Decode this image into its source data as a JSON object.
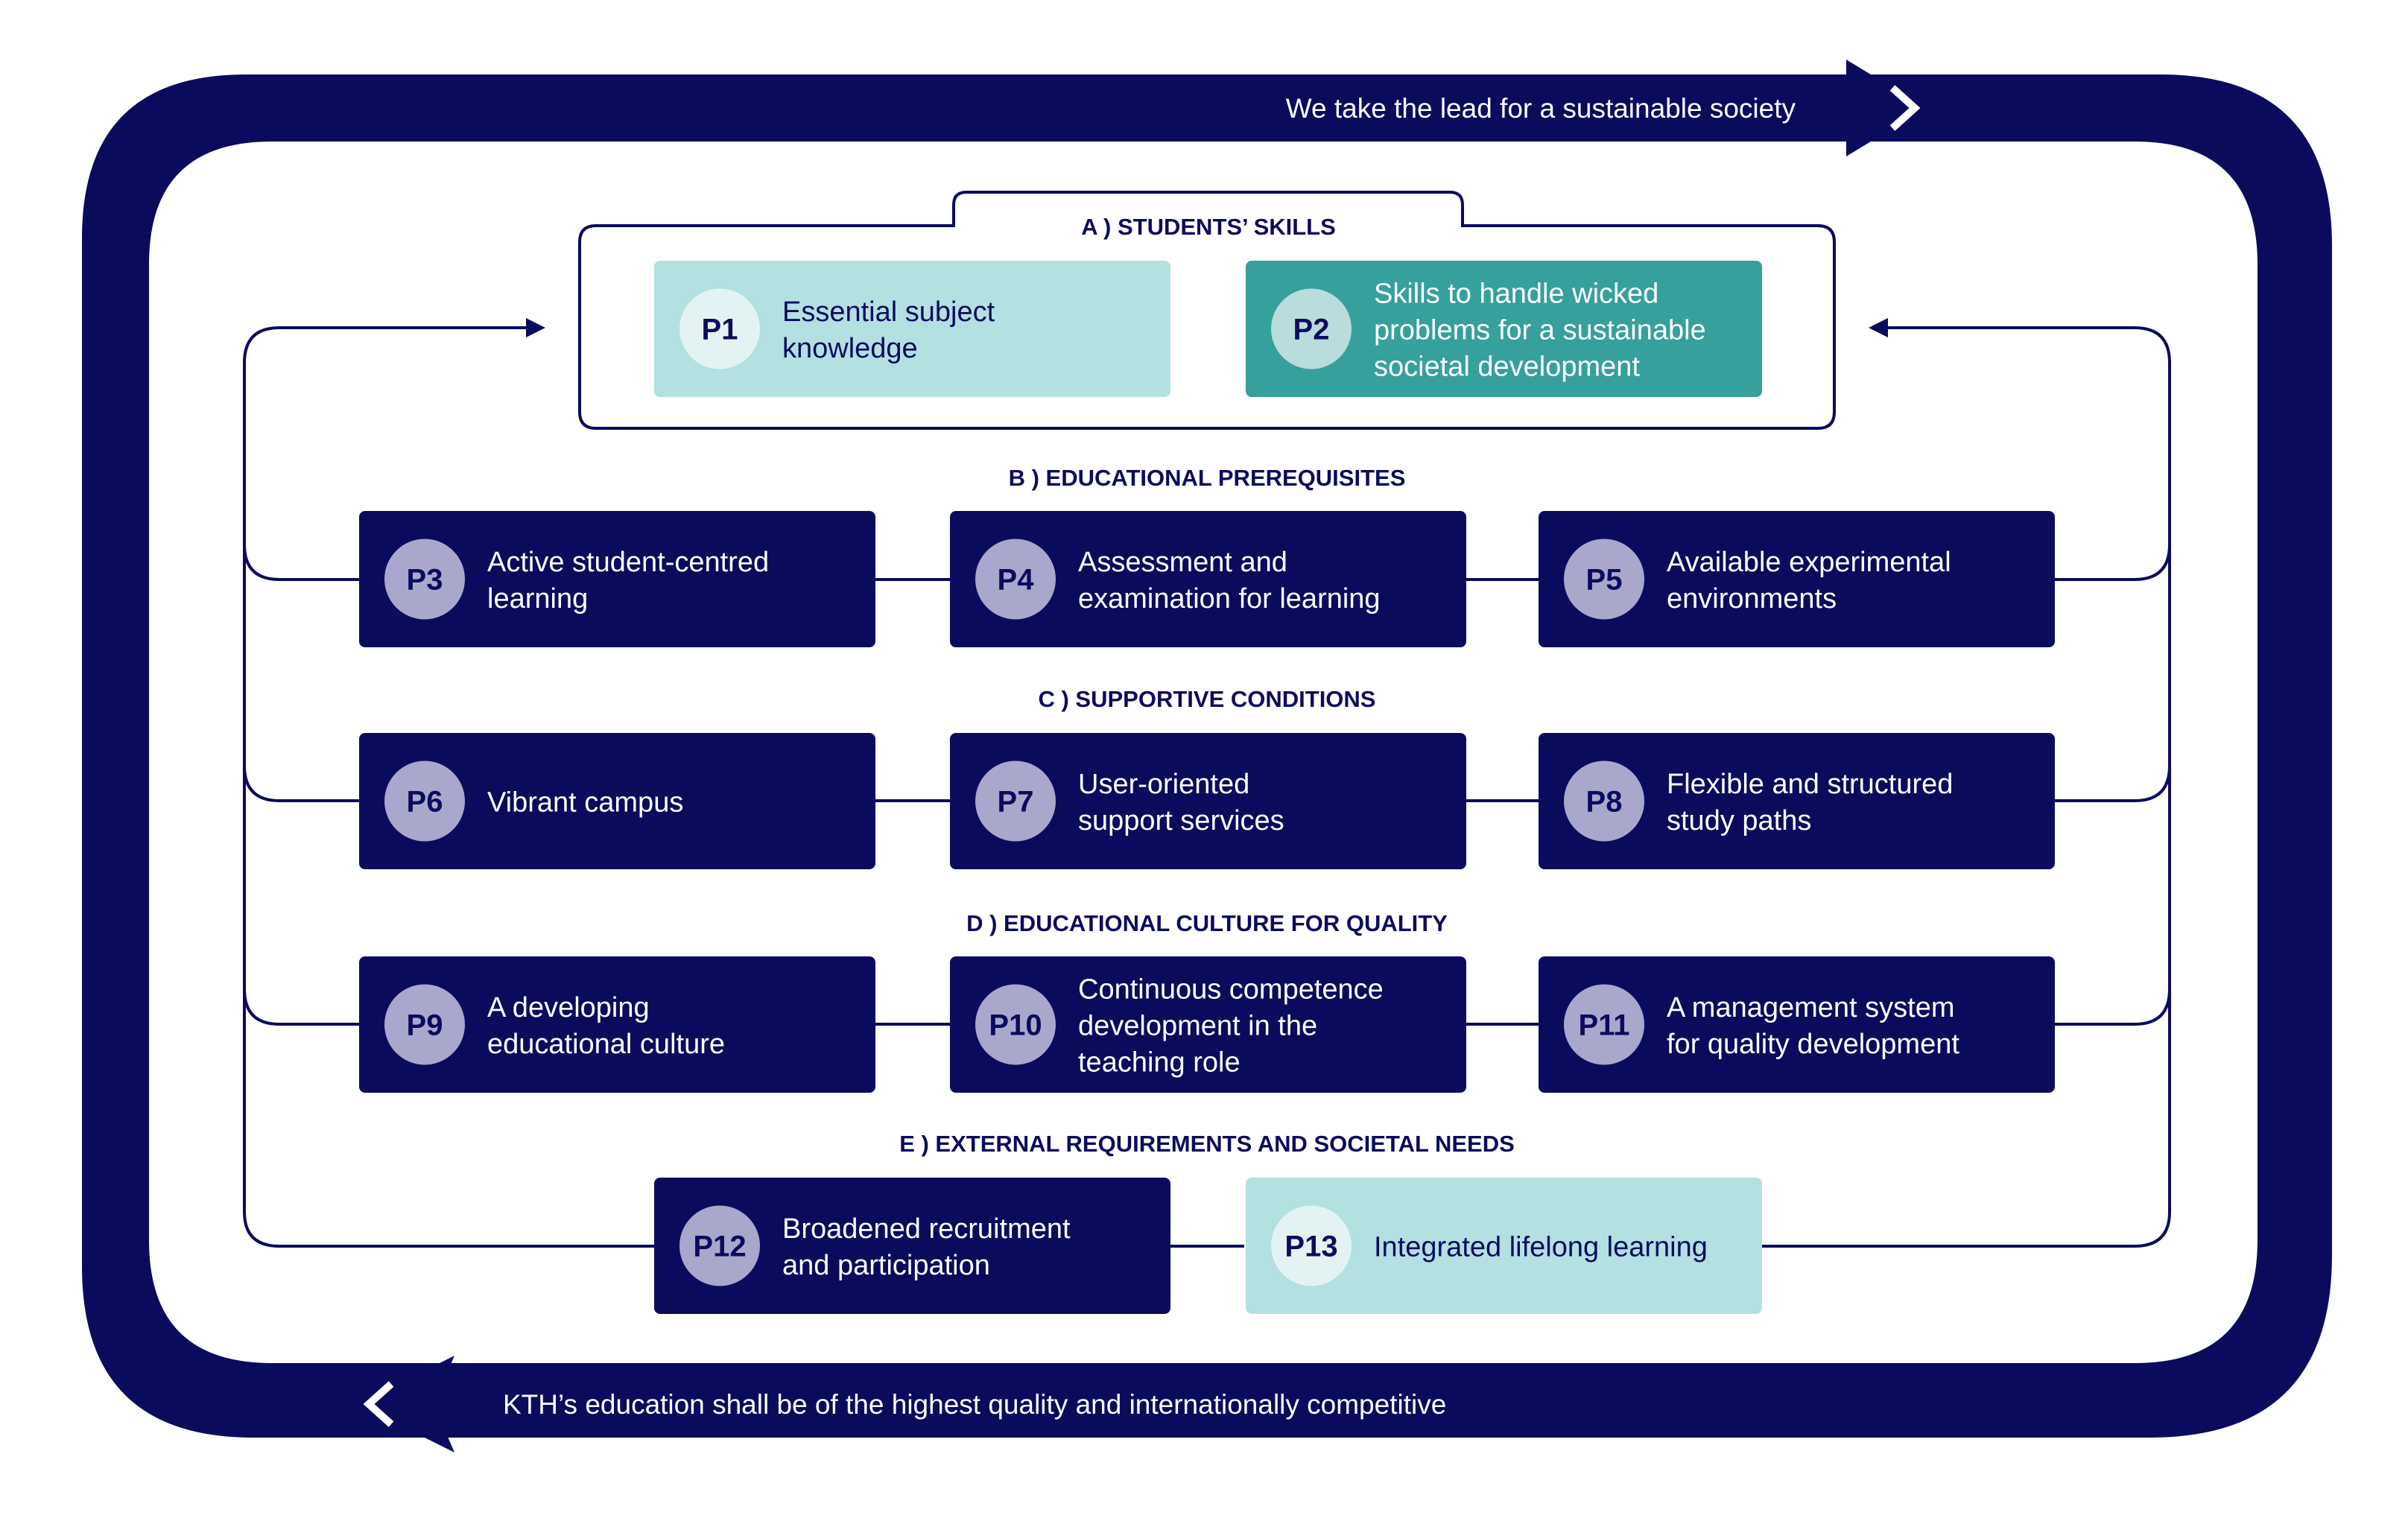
{
  "colors": {
    "navy": "#0b0b5e",
    "teal": "#36a09c",
    "light_teal": "#b3e0e0",
    "circle_on_navy": "#a9a8cc",
    "circle_on_light": "#e3f3f3",
    "circle_on_teal": "#b9dcdc",
    "white": "#ffffff"
  },
  "top_banner": "We take the lead for a sustainable society",
  "bottom_banner": "KTH’s education shall be of the highest quality and internationally competitive",
  "section_a": {
    "label": "A )  STUDENTS’ SKILLS"
  },
  "section_b": {
    "label": "B )  EDUCATIONAL PREREQUISITES"
  },
  "section_c": {
    "label": "C )  SUPPORTIVE CONDITIONS"
  },
  "section_d": {
    "label": "D )  EDUCATIONAL CULTURE FOR QUALITY"
  },
  "section_e": {
    "label": "E )  EXTERNAL REQUIREMENTS AND SOCIETAL NEEDS"
  },
  "principles": {
    "p1": {
      "code": "P1",
      "lines": [
        "Essential subject",
        "knowledge"
      ],
      "style": "light"
    },
    "p2": {
      "code": "P2",
      "lines": [
        "Skills to handle wicked",
        "problems for a sustainable",
        "societal development"
      ],
      "style": "teal"
    },
    "p3": {
      "code": "P3",
      "lines": [
        "Active student-centred",
        "learning"
      ],
      "style": "navy"
    },
    "p4": {
      "code": "P4",
      "lines": [
        "Assessment and",
        "examination for learning"
      ],
      "style": "navy"
    },
    "p5": {
      "code": "P5",
      "lines": [
        "Available experimental",
        "environments"
      ],
      "style": "navy"
    },
    "p6": {
      "code": "P6",
      "lines": [
        "Vibrant campus"
      ],
      "style": "navy"
    },
    "p7": {
      "code": "P7",
      "lines": [
        "User-oriented",
        "support services"
      ],
      "style": "navy"
    },
    "p8": {
      "code": "P8",
      "lines": [
        "Flexible and structured",
        "study paths"
      ],
      "style": "navy"
    },
    "p9": {
      "code": "P9",
      "lines": [
        "A developing",
        "educational culture"
      ],
      "style": "navy"
    },
    "p10": {
      "code": "P10",
      "lines": [
        "Continuous competence",
        "development in the",
        "teaching role"
      ],
      "style": "navy"
    },
    "p11": {
      "code": "P11",
      "lines": [
        "A management system",
        "for quality development"
      ],
      "style": "navy"
    },
    "p12": {
      "code": "P12",
      "lines": [
        "Broadened recruitment",
        "and participation"
      ],
      "style": "navy"
    },
    "p13": {
      "code": "P13",
      "lines": [
        "Integrated lifelong learning"
      ],
      "style": "light"
    }
  }
}
